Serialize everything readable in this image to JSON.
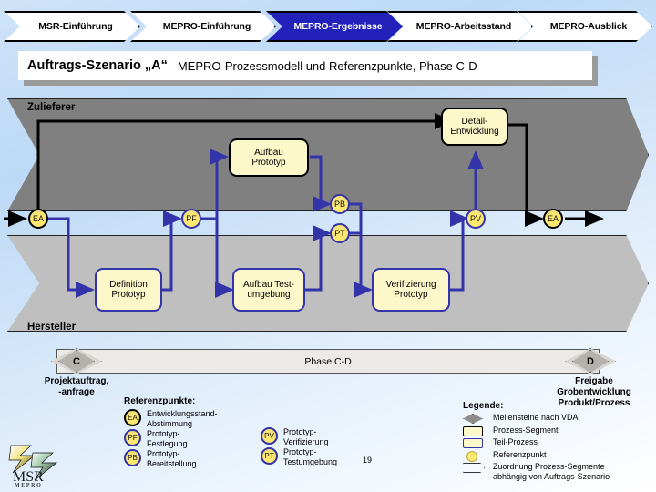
{
  "nav": {
    "tabs": [
      {
        "label": "MSR-Einführung",
        "active": false
      },
      {
        "label": "MEPRO-Einführung",
        "active": false
      },
      {
        "label": "MEPRO-Ergebnisse",
        "active": true
      },
      {
        "label": "MEPRO-Arbeitsstand",
        "active": false
      },
      {
        "label": "MEPRO-Ausblick",
        "active": false
      }
    ]
  },
  "title": {
    "strong": "Auftrags-Szenario „A“",
    "rest": "- MEPRO-Prozessmodell und Referenzpunkte, Phase C-D"
  },
  "lanes": {
    "top_label": "Zulieferer",
    "bottom_label": "Hersteller"
  },
  "segments": [
    {
      "id": "detail-entwicklung",
      "label": "Detail-\nEntwicklung"
    },
    {
      "id": "aufbau-prototyp",
      "label": "Aufbau\nPrototyp"
    }
  ],
  "segment_labels": {
    "detail_entwicklung_l1": "Detail-",
    "detail_entwicklung_l2": "Entwicklung",
    "aufbau_prototyp_l1": "Aufbau",
    "aufbau_prototyp_l2": "Prototyp"
  },
  "subprocesses": {
    "definition_prototyp_l1": "Definition",
    "definition_prototyp_l2": "Prototyp",
    "aufbau_testumgebung_l1": "Aufbau Test-",
    "aufbau_testumgebung_l2": "umgebung",
    "verifizierung_prototyp_l1": "Verifizierung",
    "verifizierung_prototyp_l2": "Prototyp"
  },
  "refpoints_on_diagram": [
    {
      "id": "ea-left",
      "label": "EA",
      "style": "black"
    },
    {
      "id": "pf",
      "label": "PF",
      "style": "blue"
    },
    {
      "id": "pb",
      "label": "PB",
      "style": "blue"
    },
    {
      "id": "pt",
      "label": "PT",
      "style": "blue"
    },
    {
      "id": "pv",
      "label": "PV",
      "style": "blue"
    },
    {
      "id": "ea-right",
      "label": "EA",
      "style": "black"
    }
  ],
  "phase": {
    "bar_label": "Phase C-D",
    "milestone_start": "C",
    "milestone_end": "D",
    "caption_left_l1": "Projektauftrag,",
    "caption_left_l2": "-anfrage",
    "caption_right_l1": "Freigabe",
    "caption_right_l2": "Grobentwicklung",
    "caption_right_l3": "Produkt/Prozess"
  },
  "refpoint_legend": {
    "heading": "Referenzpunkte:",
    "column_a": [
      {
        "code": "EA",
        "style": "black",
        "line1": "Entwicklungsstand-",
        "line2": "Abstimmung"
      },
      {
        "code": "PF",
        "style": "blue",
        "line1": "Prototyp-",
        "line2": "Festlegung"
      },
      {
        "code": "PB",
        "style": "blue",
        "line1": "Prototyp-",
        "line2": "Bereitstellung"
      }
    ],
    "column_b": [
      {
        "code": "PV",
        "style": "blue",
        "line1": "Prototyp-",
        "line2": "Verifizierung"
      },
      {
        "code": "PT",
        "style": "blue",
        "line1": "Prototyp-",
        "line2": "Testumgebung"
      }
    ]
  },
  "legende": {
    "heading": "Legende:",
    "items": [
      {
        "icon": "diamond-icon",
        "line1": "Meilensteine nach VDA",
        "line2": ""
      },
      {
        "icon": "segment-box-icon",
        "line1": "Prozess-Segment",
        "line2": ""
      },
      {
        "icon": "subprocess-box-icon",
        "line1": "Teil-Prozess",
        "line2": ""
      },
      {
        "icon": "circle-icon",
        "line1": "Referenzpunkt",
        "line2": ""
      },
      {
        "icon": "arrow-band-icon",
        "line1": "Zuordnung Prozess-Segmente",
        "line2": "abhängig von Auftrags-Szenario"
      }
    ]
  },
  "page_number": "19",
  "logo": {
    "text": "MSR",
    "subtext": "MEPRO"
  },
  "colors": {
    "active_tab": "#2222bb",
    "lane_top": "#808080",
    "lane_bottom": "#bfbfbf",
    "segment_fill": "#fdf8c9",
    "connector_blue": "#3333aa",
    "connector_black": "#000000"
  }
}
